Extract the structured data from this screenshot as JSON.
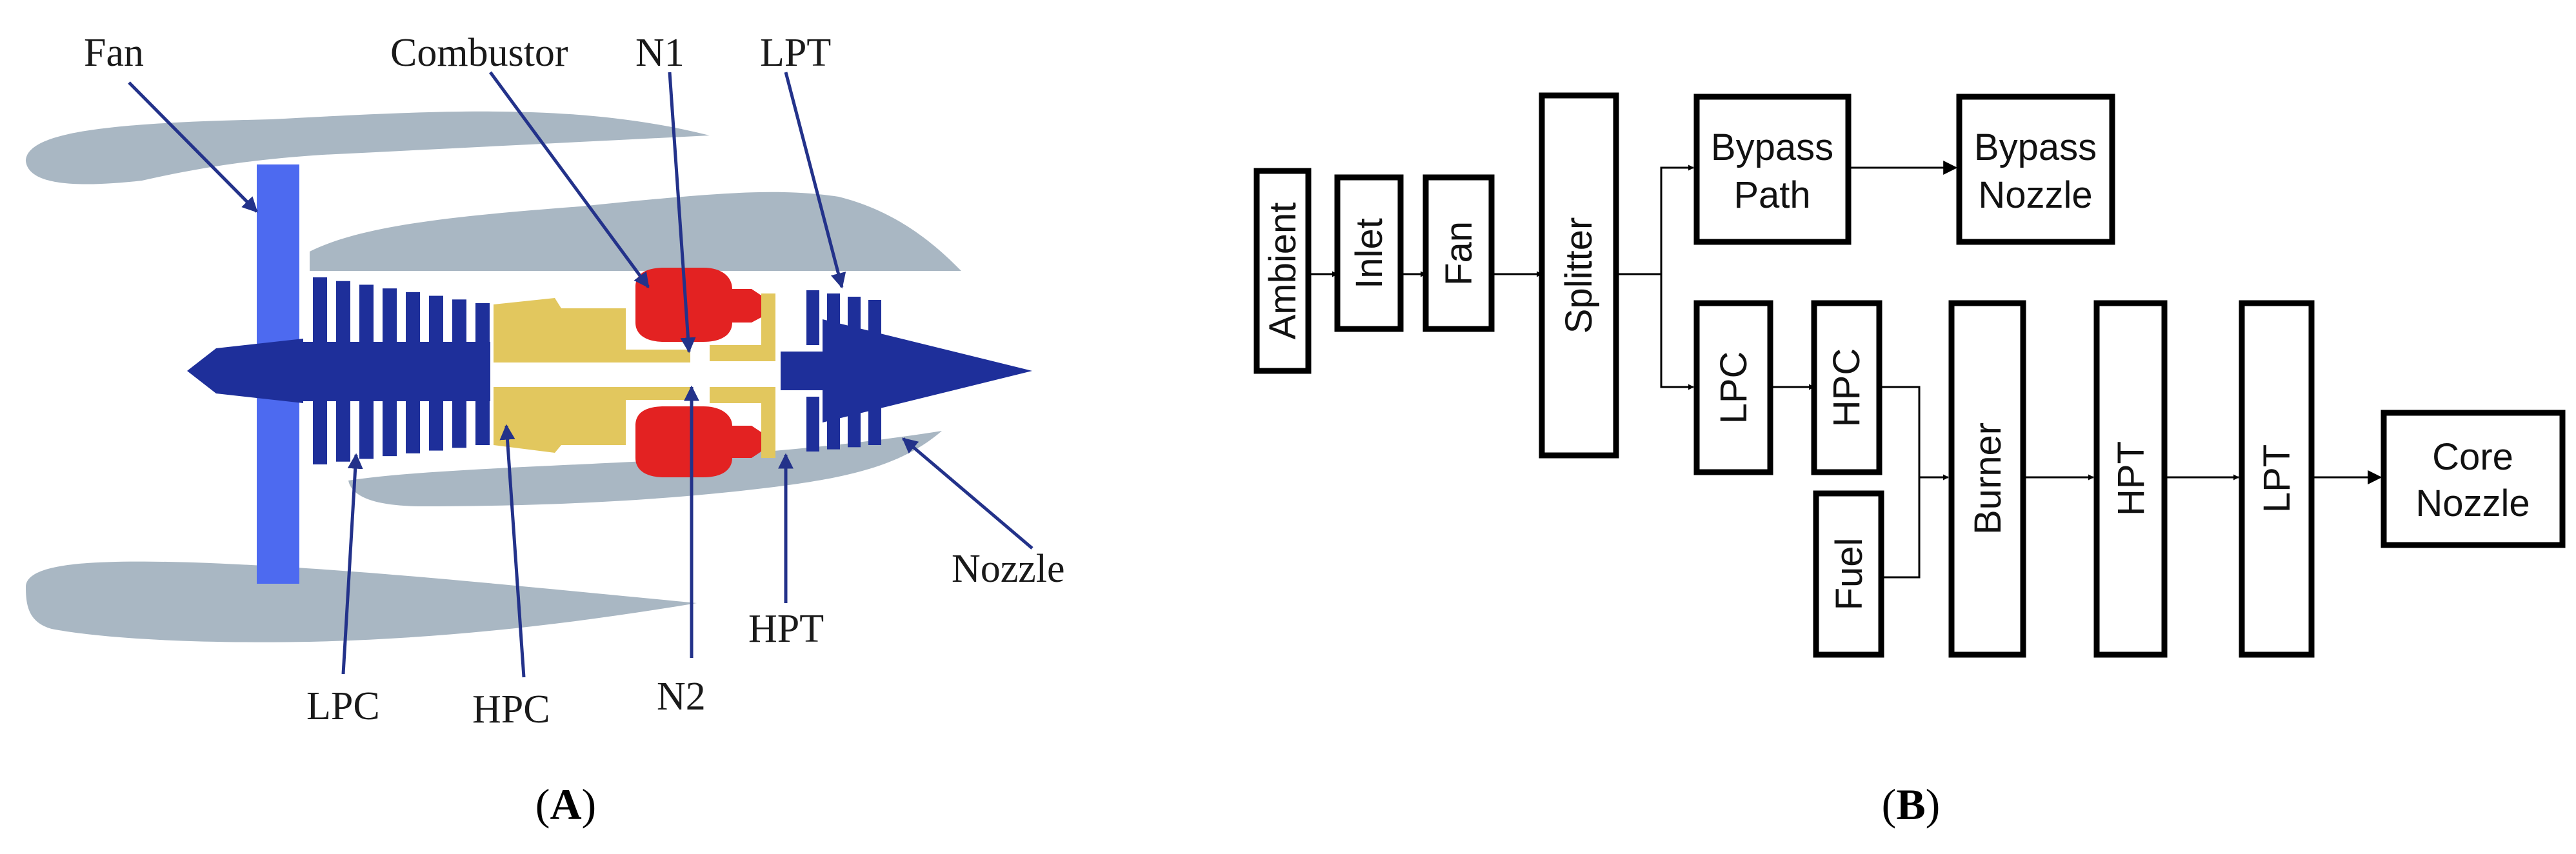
{
  "panel_a": {
    "labels": {
      "fan": "Fan",
      "combustor": "Combustor",
      "n1": "N1",
      "lpt": "LPT",
      "nozzle": "Nozzle",
      "hpt": "HPT",
      "lpc": "LPC",
      "hpc": "HPC",
      "n2": "N2"
    },
    "caption_open": "(",
    "caption_letter": "A",
    "caption_close": ")",
    "colors": {
      "nacelle": "#a9b7c3",
      "fan_blade": "#4d6af0",
      "compressor": "#1e2f9a",
      "hp_spool": "#e2c75e",
      "combustor": "#e32222",
      "leader": "#23328a"
    }
  },
  "panel_b": {
    "blocks": {
      "ambient": "Ambient",
      "inlet": "Inlet",
      "fan": "Fan",
      "splitter": "Splitter",
      "bypass_path_1": "Bypass",
      "bypass_path_2": "Path",
      "bypass_nozzle_1": "Bypass",
      "bypass_nozzle_2": "Nozzle",
      "lpc": "LPC",
      "hpc": "HPC",
      "fuel": "Fuel",
      "burner": "Burner",
      "hpt": "HPT",
      "lpt": "LPT",
      "core_nozzle_1": "Core",
      "core_nozzle_2": "Nozzle"
    },
    "caption_open": "(",
    "caption_letter": "B",
    "caption_close": ")"
  }
}
